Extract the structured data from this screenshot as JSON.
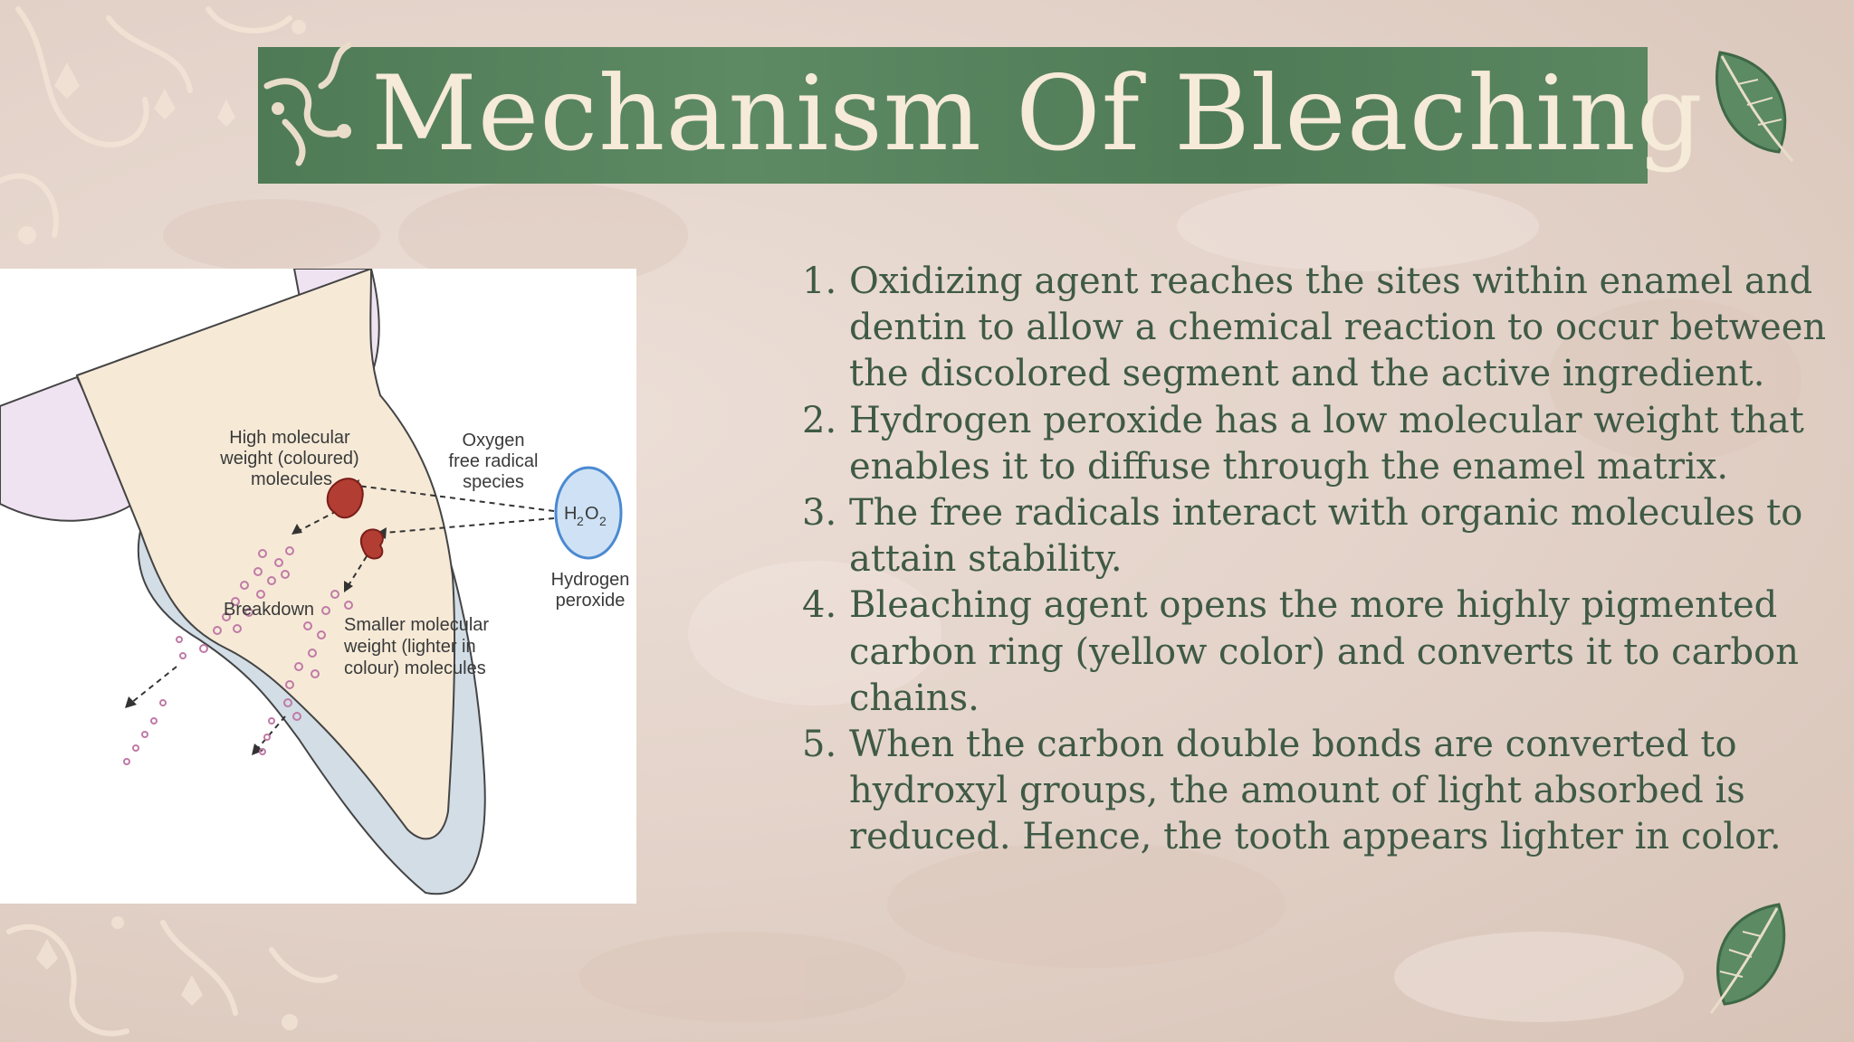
{
  "slide": {
    "title": "Mechanism Of Bleaching",
    "colors": {
      "title_bar": "#547f5a",
      "title_text": "#f6ead8",
      "body_text": "#3f5a46",
      "paper": "#e7d8cf"
    }
  },
  "diagram": {
    "labels": {
      "high_mw_1": "High molecular",
      "high_mw_2": "weight (coloured)",
      "high_mw_3": "molecules",
      "oxygen_1": "Oxygen",
      "oxygen_2": "free radical",
      "oxygen_3": "species",
      "h2o2_main": "H",
      "h2o2_sub1": "2",
      "h2o2_o": "O",
      "h2o2_sub2": "2",
      "hydrogen_1": "Hydrogen",
      "hydrogen_2": "peroxide",
      "breakdown": "Breakdown",
      "smaller_1": "Smaller molecular",
      "smaller_2": "weight (lighter in",
      "smaller_3": "colour) molecules"
    }
  },
  "steps": [
    {
      "num": "1.",
      "text": "Oxidizing agent reaches the sites within enamel and dentin to allow a chemical reaction to occur between the discolored segment and the active ingredient."
    },
    {
      "num": "2.",
      "text": "Hydrogen peroxide has a low molecular weight that enables it to diffuse through the enamel matrix."
    },
    {
      "num": "3.",
      "text": "The free radicals interact with organic molecules to attain stability."
    },
    {
      "num": "4.",
      "text": "Bleaching agent opens the more highly pigmented carbon ring (yellow color) and converts it to carbon chains."
    },
    {
      "num": "5.",
      "text": "When the carbon double bonds are converted to hydroxyl groups, the amount of light absorbed is reduced. Hence, the tooth appears lighter in color."
    }
  ],
  "icons": [
    "leaf-icon",
    "swirl-ornament",
    "floral-ornament"
  ]
}
